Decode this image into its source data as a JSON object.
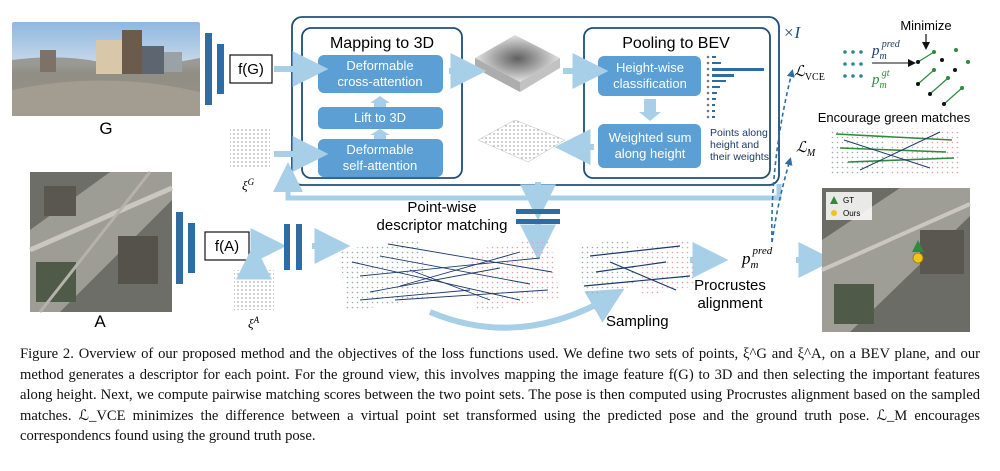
{
  "inputs": {
    "ground_label": "G",
    "aerial_label": "A",
    "ground_feature_label": "f(G)",
    "aerial_feature_label": "f(A)",
    "xi_ground": "ξ",
    "xi_ground_sup": "G",
    "xi_aerial": "ξ",
    "xi_aerial_sup": "A"
  },
  "mapping": {
    "title": "Mapping to 3D",
    "cross_attention": [
      "Deformable",
      "cross-attention"
    ],
    "lift": "Lift to 3D",
    "self_attention": [
      "Deformable",
      "self-attention"
    ]
  },
  "pooling": {
    "title": "Pooling to BEV",
    "height_class": [
      "Height-wise",
      "classification"
    ],
    "weighted_sum": [
      "Weighted sum",
      "along height"
    ],
    "points_note": [
      "Points along",
      "height and",
      "their weights"
    ],
    "repeat": "×I"
  },
  "matching": {
    "title": [
      "Point-wise",
      "descriptor matching"
    ],
    "sampling": "Sampling",
    "procrustes": [
      "Procrustes",
      "alignment"
    ]
  },
  "pose": {
    "p": "p",
    "sub": "m",
    "pred": "pred",
    "gt": "gt"
  },
  "losses": {
    "vce_L": "ℒ",
    "vce_sub": "VCE",
    "m_L": "ℒ",
    "m_sub": "M",
    "minimize": "Minimize",
    "encourage": "Encourage green matches"
  },
  "result_legend": {
    "gt": "GT",
    "ours": "Ours"
  },
  "caption": "Figure 2. Overview of our proposed method and the objectives of the loss functions used. We define two sets of points, ξ^G and ξ^A, on a BEV plane, and our method generates a descriptor for each point. For the ground view, this involves mapping the image feature f(G) to 3D and then selecting the important features along height. Next, we compute pairwise matching scores between the two point sets. The pose is then computed using Procrustes alignment based on the sampled matches. ℒ_VCE minimizes the difference between a virtual point set transformed using the predicted pose and the ground truth pose. ℒ_M encourages correspondencs found using the ground truth pose.",
  "colors": {
    "box_fill": "#5b9fd4",
    "frame": "#1f4e79",
    "arrow": "#a8cfe8",
    "bar": "#2e6da4",
    "green": "#2e8b3d",
    "navy": "#1b3a6b",
    "dots": "#2a8a8a"
  }
}
